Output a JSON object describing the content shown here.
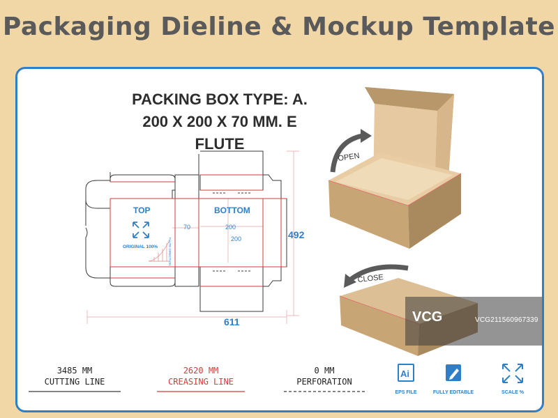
{
  "header": {
    "title": "Packaging Dieline & Mockup Template"
  },
  "spec": {
    "line1": "PACKING BOX TYPE: A.",
    "line2": "200 X 200 X 70 MM.  E FLUTE"
  },
  "dieline": {
    "top_label": "TOP",
    "bottom_label": "BOTTOM",
    "original_label": "ORIGINAL 100%",
    "flute_label": "FLUTE DIRECTION",
    "dim_depth": "70",
    "dim_width": "200",
    "dim_length": "200",
    "dim_height_total": "492",
    "dim_width_total": "611"
  },
  "mockup": {
    "open_label": "OPEN",
    "close_label": "CLOSE"
  },
  "legend": {
    "cutting": {
      "value": "3485 MM",
      "label": "CUTTING LINE"
    },
    "creasing": {
      "value": "2620 MM",
      "label": "CREASING LINE"
    },
    "perforation": {
      "value": "0 MM",
      "label": "PERFORATION"
    }
  },
  "icons": {
    "eps": {
      "glyph": "Ai",
      "caption": "EPS FILE"
    },
    "editable": {
      "caption": "FULLY EDITABLE"
    },
    "scale": {
      "caption": "SCALE %"
    }
  },
  "watermark": {
    "logo": "VCG",
    "id": "VCG211560967339"
  },
  "colors": {
    "accent": "#2f7fc8",
    "cut": "#3a3a3a",
    "crease": "#d63a3a",
    "kraft_light": "#d8b98c",
    "kraft_dark": "#b8976a"
  }
}
